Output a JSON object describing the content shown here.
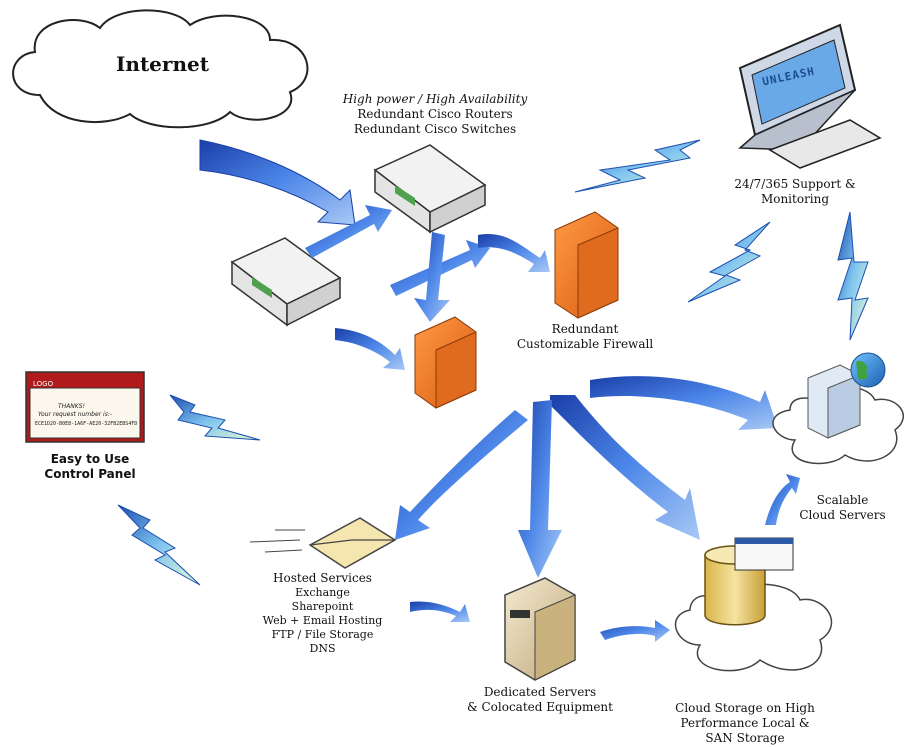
{
  "internet": {
    "label": "Internet"
  },
  "routers": {
    "line1": "High power / High Availability",
    "line2": "Redundant Cisco Routers",
    "line3": "Redundant Cisco Switches"
  },
  "support": {
    "monitor_screen_text": "UNLEASH",
    "line1": "24/7/365 Support &",
    "line2": "Monitoring"
  },
  "firewall": {
    "line1": "Redundant",
    "line2": "Customizable Firewall"
  },
  "control_panel": {
    "window_title": "LOGO",
    "screen_line1": "THANKS!",
    "screen_line2": "Your request number is:-",
    "screen_line3": "ECE1D20-B0E8-1A6F-AE20-32FB2EBS4FD",
    "line1": "Easy to Use",
    "line2": "Control Panel"
  },
  "cloud_servers": {
    "line1": "Scalable",
    "line2": "Cloud Servers"
  },
  "hosted_services": {
    "title": "Hosted Services",
    "items": [
      "Exchange",
      "Sharepoint",
      "Web + Email Hosting",
      "FTP / File Storage",
      "DNS"
    ]
  },
  "dedicated": {
    "line1": "Dedicated Servers",
    "line2": "& Colocated Equipment"
  },
  "cloud_storage": {
    "line1": "Cloud Storage on High",
    "line2": "Performance Local &",
    "line3": "SAN Storage"
  },
  "colors": {
    "arrow_blue": "#3f6fd6",
    "firewall_orange": "#f07a2a",
    "server_tan": "#e8d488",
    "panel_red": "#b01a1a"
  }
}
